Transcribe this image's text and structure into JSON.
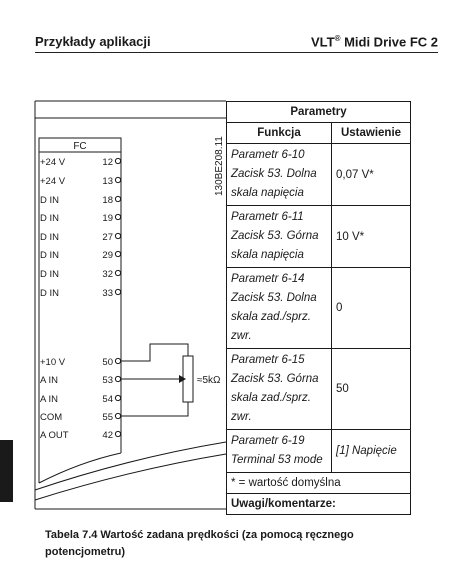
{
  "header": {
    "section_title": "Przykłady aplikacji",
    "product_prefix": "VLT",
    "product_mark": "®",
    "product_suffix": " Midi Drive FC 2"
  },
  "diagram": {
    "device_label": "FC",
    "figure_id": "130BE208.11",
    "terminals": [
      {
        "name": "+24 V",
        "num": "12"
      },
      {
        "name": "+24 V",
        "num": "13"
      },
      {
        "name": "D IN",
        "num": "18"
      },
      {
        "name": "D IN",
        "num": "19"
      },
      {
        "name": "D IN",
        "num": "27"
      },
      {
        "name": "D IN",
        "num": "29"
      },
      {
        "name": "D IN",
        "num": "32"
      },
      {
        "name": "D IN",
        "num": "33"
      },
      {
        "name": "+10 V",
        "num": "50"
      },
      {
        "name": "A IN",
        "num": "53"
      },
      {
        "name": "A IN",
        "num": "54"
      },
      {
        "name": "COM",
        "num": "55"
      },
      {
        "name": "A OUT",
        "num": "42"
      }
    ],
    "pot_label": "≈5kΩ"
  },
  "table": {
    "title": "Parametry",
    "col_function": "Funkcja",
    "col_setting": "Ustawienie",
    "rows": [
      {
        "function": "Parametr 6-10 Zacisk 53. Dolna skala napięcia",
        "setting": "0,07 V*"
      },
      {
        "function": "Parametr 6-11 Zacisk 53. Górna skala napięcia",
        "setting": "10 V*"
      },
      {
        "function": "Parametr 6-14 Zacisk 53. Dolna skala zad./sprz. zwr.",
        "setting": "0"
      },
      {
        "function": "Parametr 6-15 Zacisk 53. Górna skala zad./sprz. zwr.",
        "setting": "50"
      },
      {
        "function": "Parametr 6-19 Terminal 53 mode",
        "setting": "[1] Napięcie"
      }
    ],
    "default_note": "* = wartość domyślna",
    "comments_label": "Uwagi/komentarze:"
  },
  "caption": "Tabela 7.4 Wartość zadana prędkości (za pomocą ręcznego potencjometru)"
}
